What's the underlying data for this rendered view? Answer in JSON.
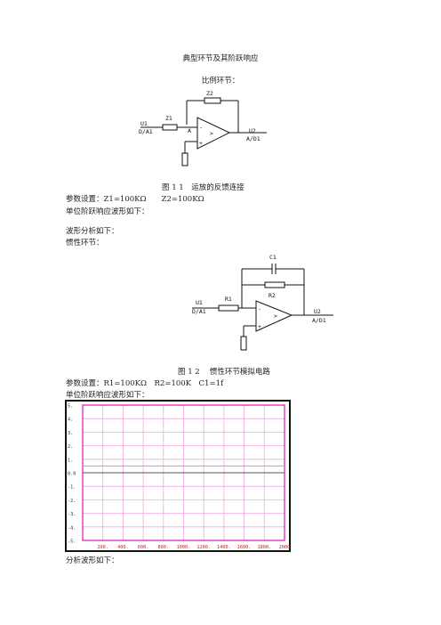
{
  "doc": {
    "title": "典型环节及其阶跃响应",
    "section1": "比例环节：",
    "fig1_caption": "图 1 1　运放的反馈连接",
    "params1": "参数设置：Z1=100KΩ　　Z2=100KΩ",
    "step_response1": "单位阶跃响应波形如下：",
    "analysis1": "波形分析如下：",
    "section2": "惯性环节：",
    "fig2_caption": "图 1 2　 惯性环节模拟电路",
    "params2": "参数设置：R1=100KΩ　R2=100K　C1=1f",
    "step_response2": "单位阶跃响应波形如下：",
    "analysis2": "分析波形如下："
  },
  "circuit1": {
    "z2": "Z2",
    "z1": "Z1",
    "a": "A",
    "u1": "U1",
    "da1": "D/A1",
    "u2": "U2",
    "ad1": "A/D1",
    "op": ">",
    "minus": "-",
    "plus": "+"
  },
  "circuit2": {
    "c1": "C1",
    "r1": "R1",
    "r2": "R2",
    "u1": "U1",
    "da1": "D/A1",
    "u2": "U2",
    "ad1": "A/D1",
    "op": ">",
    "minus": "-",
    "plus": "+"
  },
  "chart_data": {
    "type": "line",
    "x_ticks": [
      "200.",
      "400.",
      "600.",
      "800.",
      "1000.",
      "1200.",
      "1400.",
      "1600.",
      "1800.",
      "2000"
    ],
    "y_ticks": [
      "5.",
      "4.",
      "3.",
      "2.",
      "1.",
      "0.0",
      "-1.",
      "-2.",
      "-3.",
      "-4.",
      "-5."
    ],
    "xlim": [
      0,
      2000
    ],
    "ylim": [
      -5,
      5
    ],
    "grid": true,
    "series": [
      {
        "x": [
          0,
          2000
        ],
        "y": [
          0.0,
          0.0
        ],
        "color": "#555555"
      },
      {
        "x": [
          0,
          2000
        ],
        "y": [
          0.5,
          0.5
        ],
        "color": "#aaaaaa"
      }
    ],
    "colors": {
      "grid": "#f0a8e0",
      "frame": "#e010c0",
      "tick_text": "#cc2010",
      "bezel": "#111111"
    }
  }
}
